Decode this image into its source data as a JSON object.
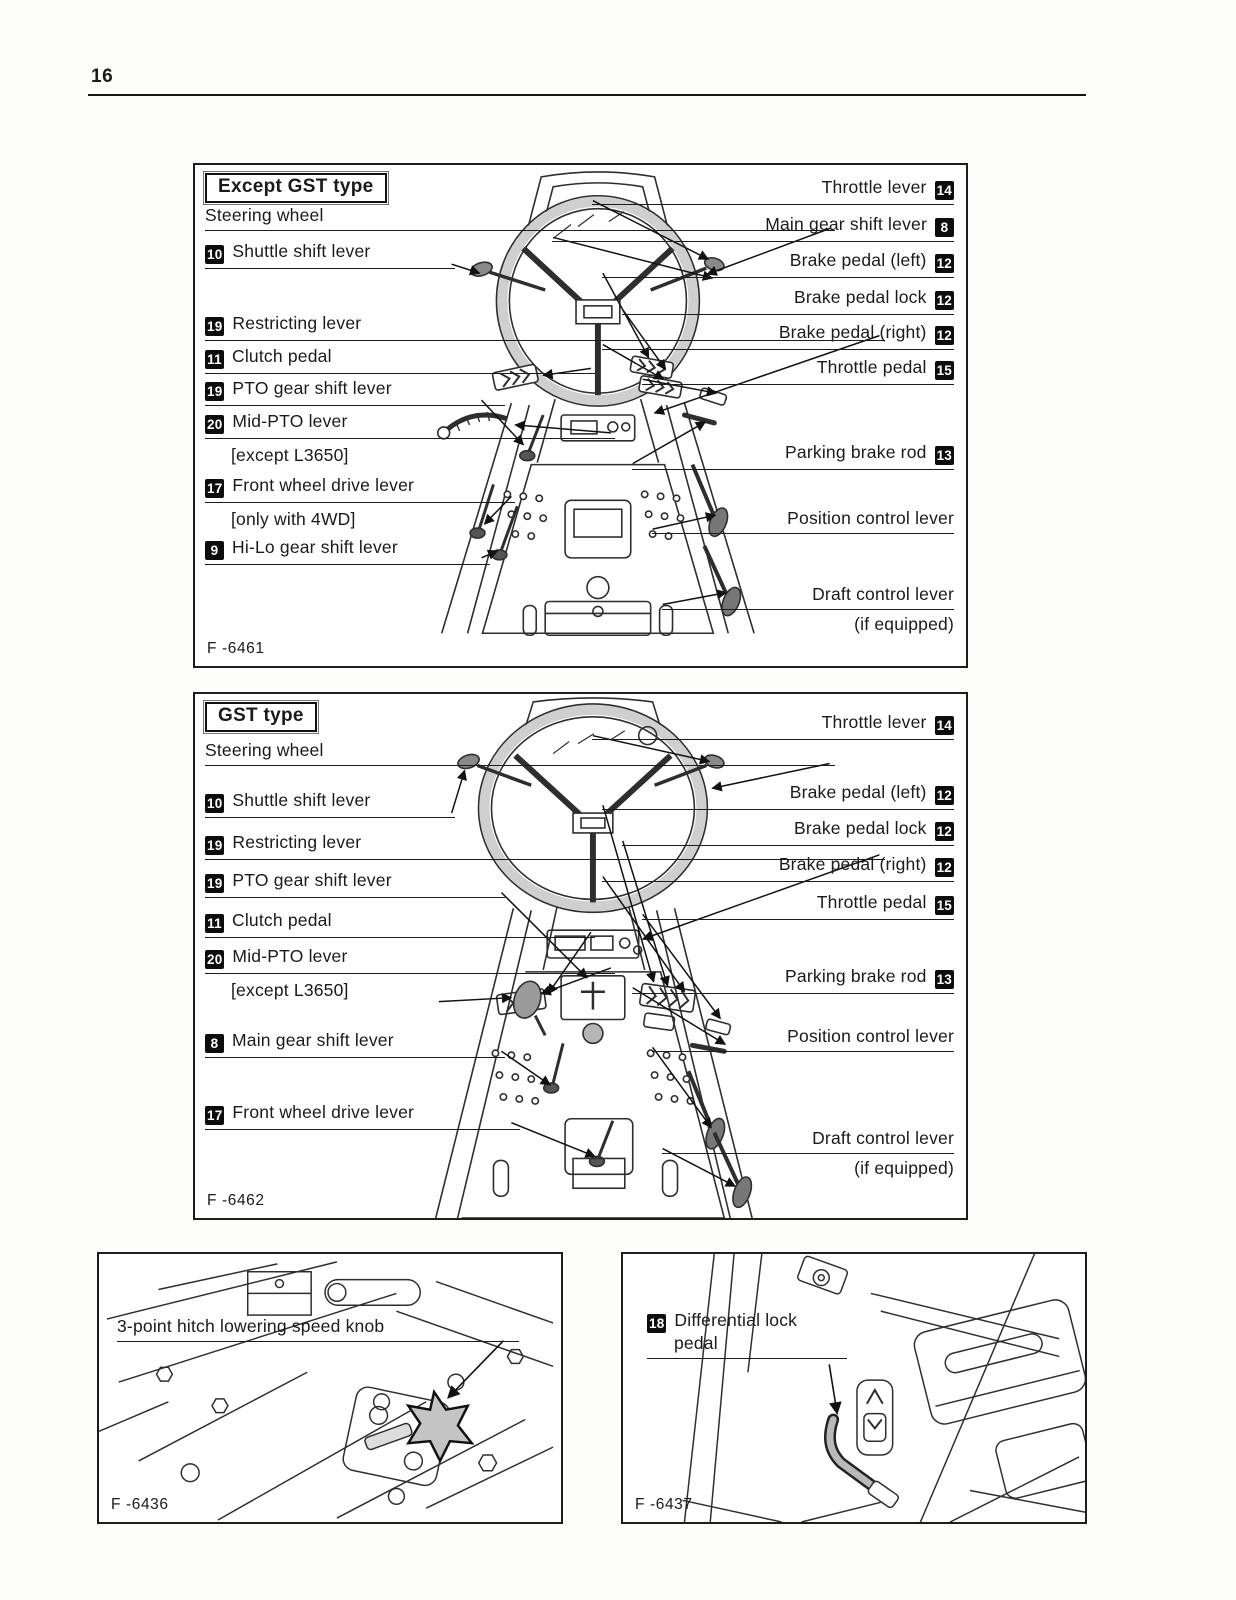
{
  "page": {
    "number": "16"
  },
  "colors": {
    "ink": "#1a1a1a",
    "paper": "#fdfdfb",
    "badge_bg": "#0d0d0d",
    "badge_fg": "#ffffff"
  },
  "panel_except_gst": {
    "title": "Except GST type",
    "figure_code": "F -6461",
    "left_labels": [
      {
        "text": "Steering wheel"
      },
      {
        "badge": "10",
        "text": "Shuttle shift lever"
      },
      {
        "badge": "19",
        "text": "Restricting lever"
      },
      {
        "badge": "11",
        "text": "Clutch pedal"
      },
      {
        "badge": "19",
        "text": "PTO gear shift lever"
      },
      {
        "badge": "20",
        "text": "Mid-PTO lever"
      },
      {
        "text": "[except L3650]"
      },
      {
        "badge": "17",
        "text": "Front wheel drive lever"
      },
      {
        "text": "[only with 4WD]"
      },
      {
        "badge": "9",
        "text": "Hi-Lo gear shift lever"
      }
    ],
    "right_labels": [
      {
        "text": "Throttle lever",
        "badge": "14"
      },
      {
        "text": "Main gear shift lever",
        "badge": "8"
      },
      {
        "text": "Brake pedal (left)",
        "badge": "12"
      },
      {
        "text": "Brake pedal lock",
        "badge": "12"
      },
      {
        "text": "Brake pedal (right)",
        "badge": "12"
      },
      {
        "text": "Throttle pedal",
        "badge": "15"
      },
      {
        "text": "Parking brake rod",
        "badge": "13"
      },
      {
        "text": "Position control lever"
      },
      {
        "text": "Draft control lever"
      },
      {
        "text": "(if equipped)"
      }
    ]
  },
  "panel_gst": {
    "title": "GST type",
    "figure_code": "F -6462",
    "left_labels": [
      {
        "text": "Steering wheel"
      },
      {
        "badge": "10",
        "text": "Shuttle shift lever"
      },
      {
        "badge": "19",
        "text": "Restricting lever"
      },
      {
        "badge": "19",
        "text": "PTO gear shift lever"
      },
      {
        "badge": "11",
        "text": "Clutch pedal"
      },
      {
        "badge": "20",
        "text": "Mid-PTO lever"
      },
      {
        "text": "[except L3650]"
      },
      {
        "badge": "8",
        "text": "Main gear shift lever"
      },
      {
        "badge": "17",
        "text": "Front wheel drive lever"
      }
    ],
    "right_labels": [
      {
        "text": "Throttle lever",
        "badge": "14"
      },
      {
        "text": "Brake pedal (left)",
        "badge": "12"
      },
      {
        "text": "Brake pedal lock",
        "badge": "12"
      },
      {
        "text": "Brake pedal (right)",
        "badge": "12"
      },
      {
        "text": "Throttle pedal",
        "badge": "15"
      },
      {
        "text": "Parking brake rod",
        "badge": "13"
      },
      {
        "text": "Position control lever"
      },
      {
        "text": "Draft control lever"
      },
      {
        "text": "(if equipped)"
      }
    ]
  },
  "panel_hitch_knob": {
    "label": "3-point hitch lowering speed knob",
    "figure_code": "F -6436"
  },
  "panel_diff_lock": {
    "badge": "18",
    "label_line1": "Differential lock",
    "label_line2": "pedal",
    "figure_code": "F -6437"
  }
}
